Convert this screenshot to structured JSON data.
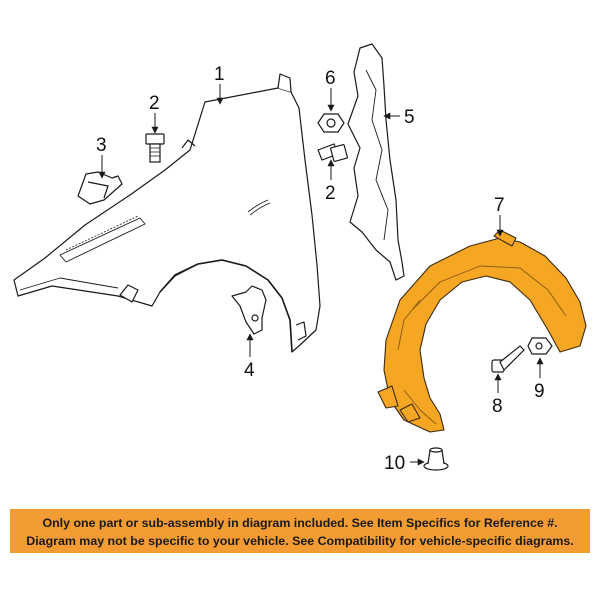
{
  "callouts": {
    "c1": "1",
    "c2a": "2",
    "c2b": "2",
    "c3": "3",
    "c4": "4",
    "c5": "5",
    "c6": "6",
    "c7": "7",
    "c8": "8",
    "c9": "9",
    "c10": "10"
  },
  "banner": {
    "line1": "Only one part or sub-assembly in diagram included. See Item Specifics for Reference #.",
    "line2": "Diagram may not be specific to your vehicle. See Compatibility for vehicle-specific diagrams."
  },
  "colors": {
    "liner": "#f5a623",
    "banner": "#f39c34",
    "line": "#1a1a1a"
  }
}
